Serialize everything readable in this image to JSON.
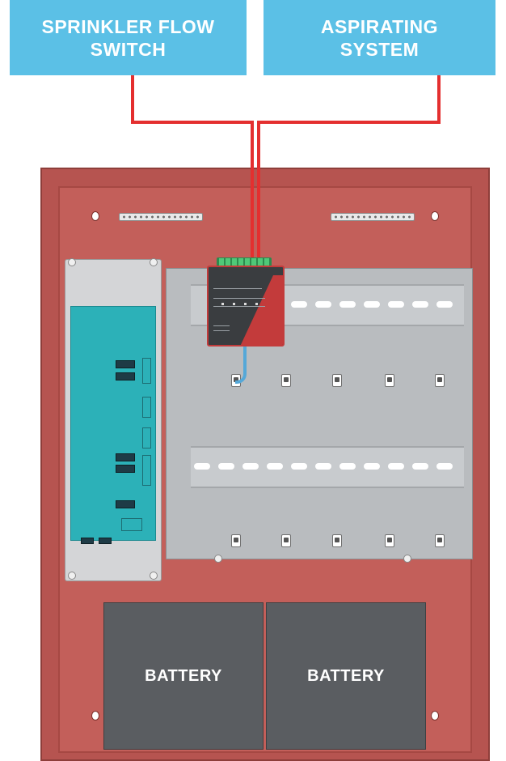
{
  "labels": {
    "left": {
      "line1": "SPRINKLER FLOW",
      "line2": "SWITCH"
    },
    "right": {
      "line1": "ASPIRATING",
      "line2": "SYSTEM"
    }
  },
  "batteries": [
    {
      "label": "BATTERY"
    },
    {
      "label": "BATTERY"
    }
  ],
  "colors": {
    "label_bg": "#5bc0e6",
    "wire": "#e42f2f",
    "cabinet": "#c35f5a",
    "psu_board": "#2cb1b8",
    "battery": "#5a5d61",
    "cable": "#55a8d8"
  }
}
